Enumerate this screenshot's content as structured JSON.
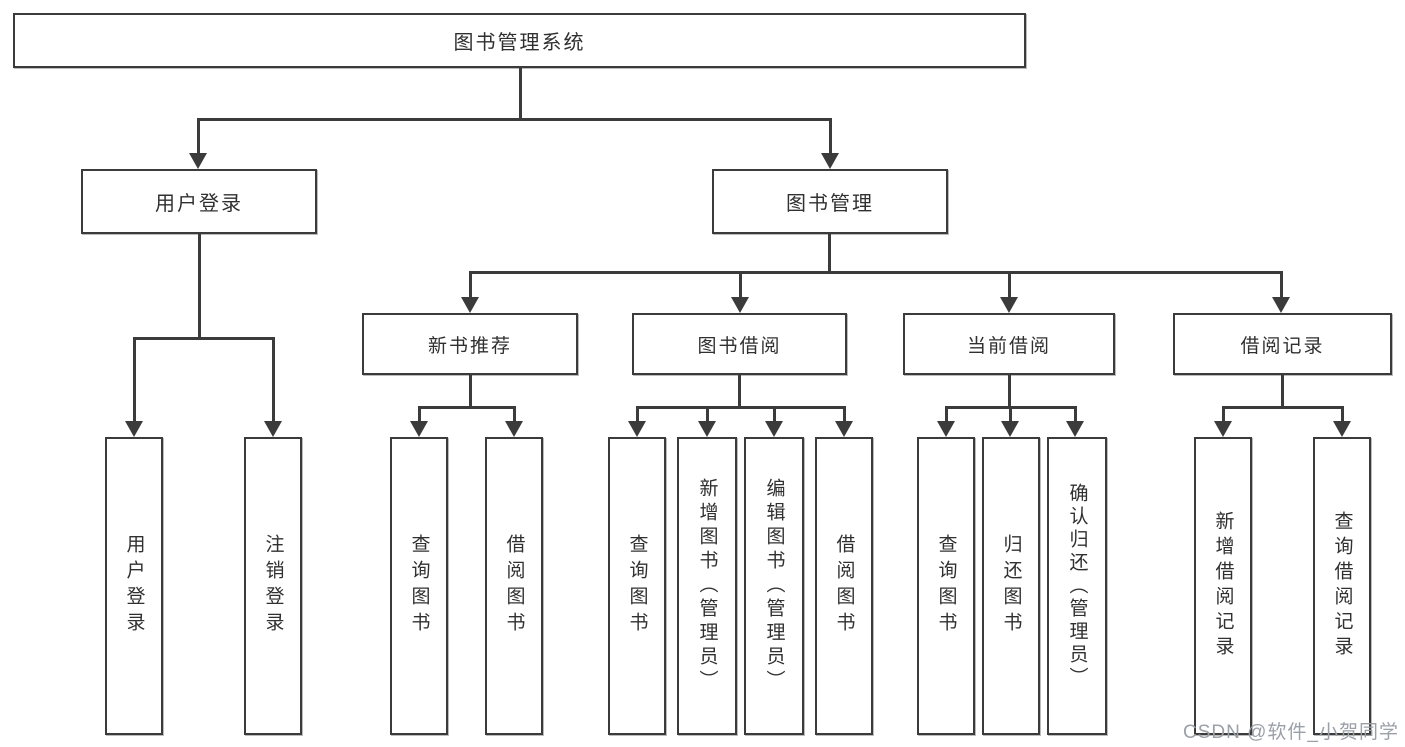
{
  "tree": {
    "root": {
      "label": "图书管理系统"
    },
    "user_login": {
      "label": "用户登录",
      "children": [
        {
          "label": "用户登录"
        },
        {
          "label": "注销登录"
        }
      ]
    },
    "book_management": {
      "label": "图书管理"
    },
    "new_book": {
      "label": "新书推荐",
      "children": [
        {
          "label": "查询图书"
        },
        {
          "label": "借阅图书"
        }
      ]
    },
    "book_borrow": {
      "label": "图书借阅",
      "children": [
        {
          "label": "查询图书"
        },
        {
          "label": "新增图书（管理员）"
        },
        {
          "label": "编辑图书（管理员）"
        },
        {
          "label": "借阅图书"
        }
      ]
    },
    "current_borrow": {
      "label": "当前借阅",
      "children": [
        {
          "label": "查询图书"
        },
        {
          "label": "归还图书"
        },
        {
          "label": "确认归还（管理员）"
        }
      ]
    },
    "borrow_records": {
      "label": "借阅记录",
      "children": [
        {
          "label": "新增借阅记录"
        },
        {
          "label": "查询借阅记录"
        }
      ]
    }
  },
  "watermark": {
    "text": "CSDN @软件_小贺同学"
  },
  "colors": {
    "line": "#3b3b3b",
    "text": "#303030",
    "watermark": "#9ba0a8",
    "background": "#ffffff"
  }
}
